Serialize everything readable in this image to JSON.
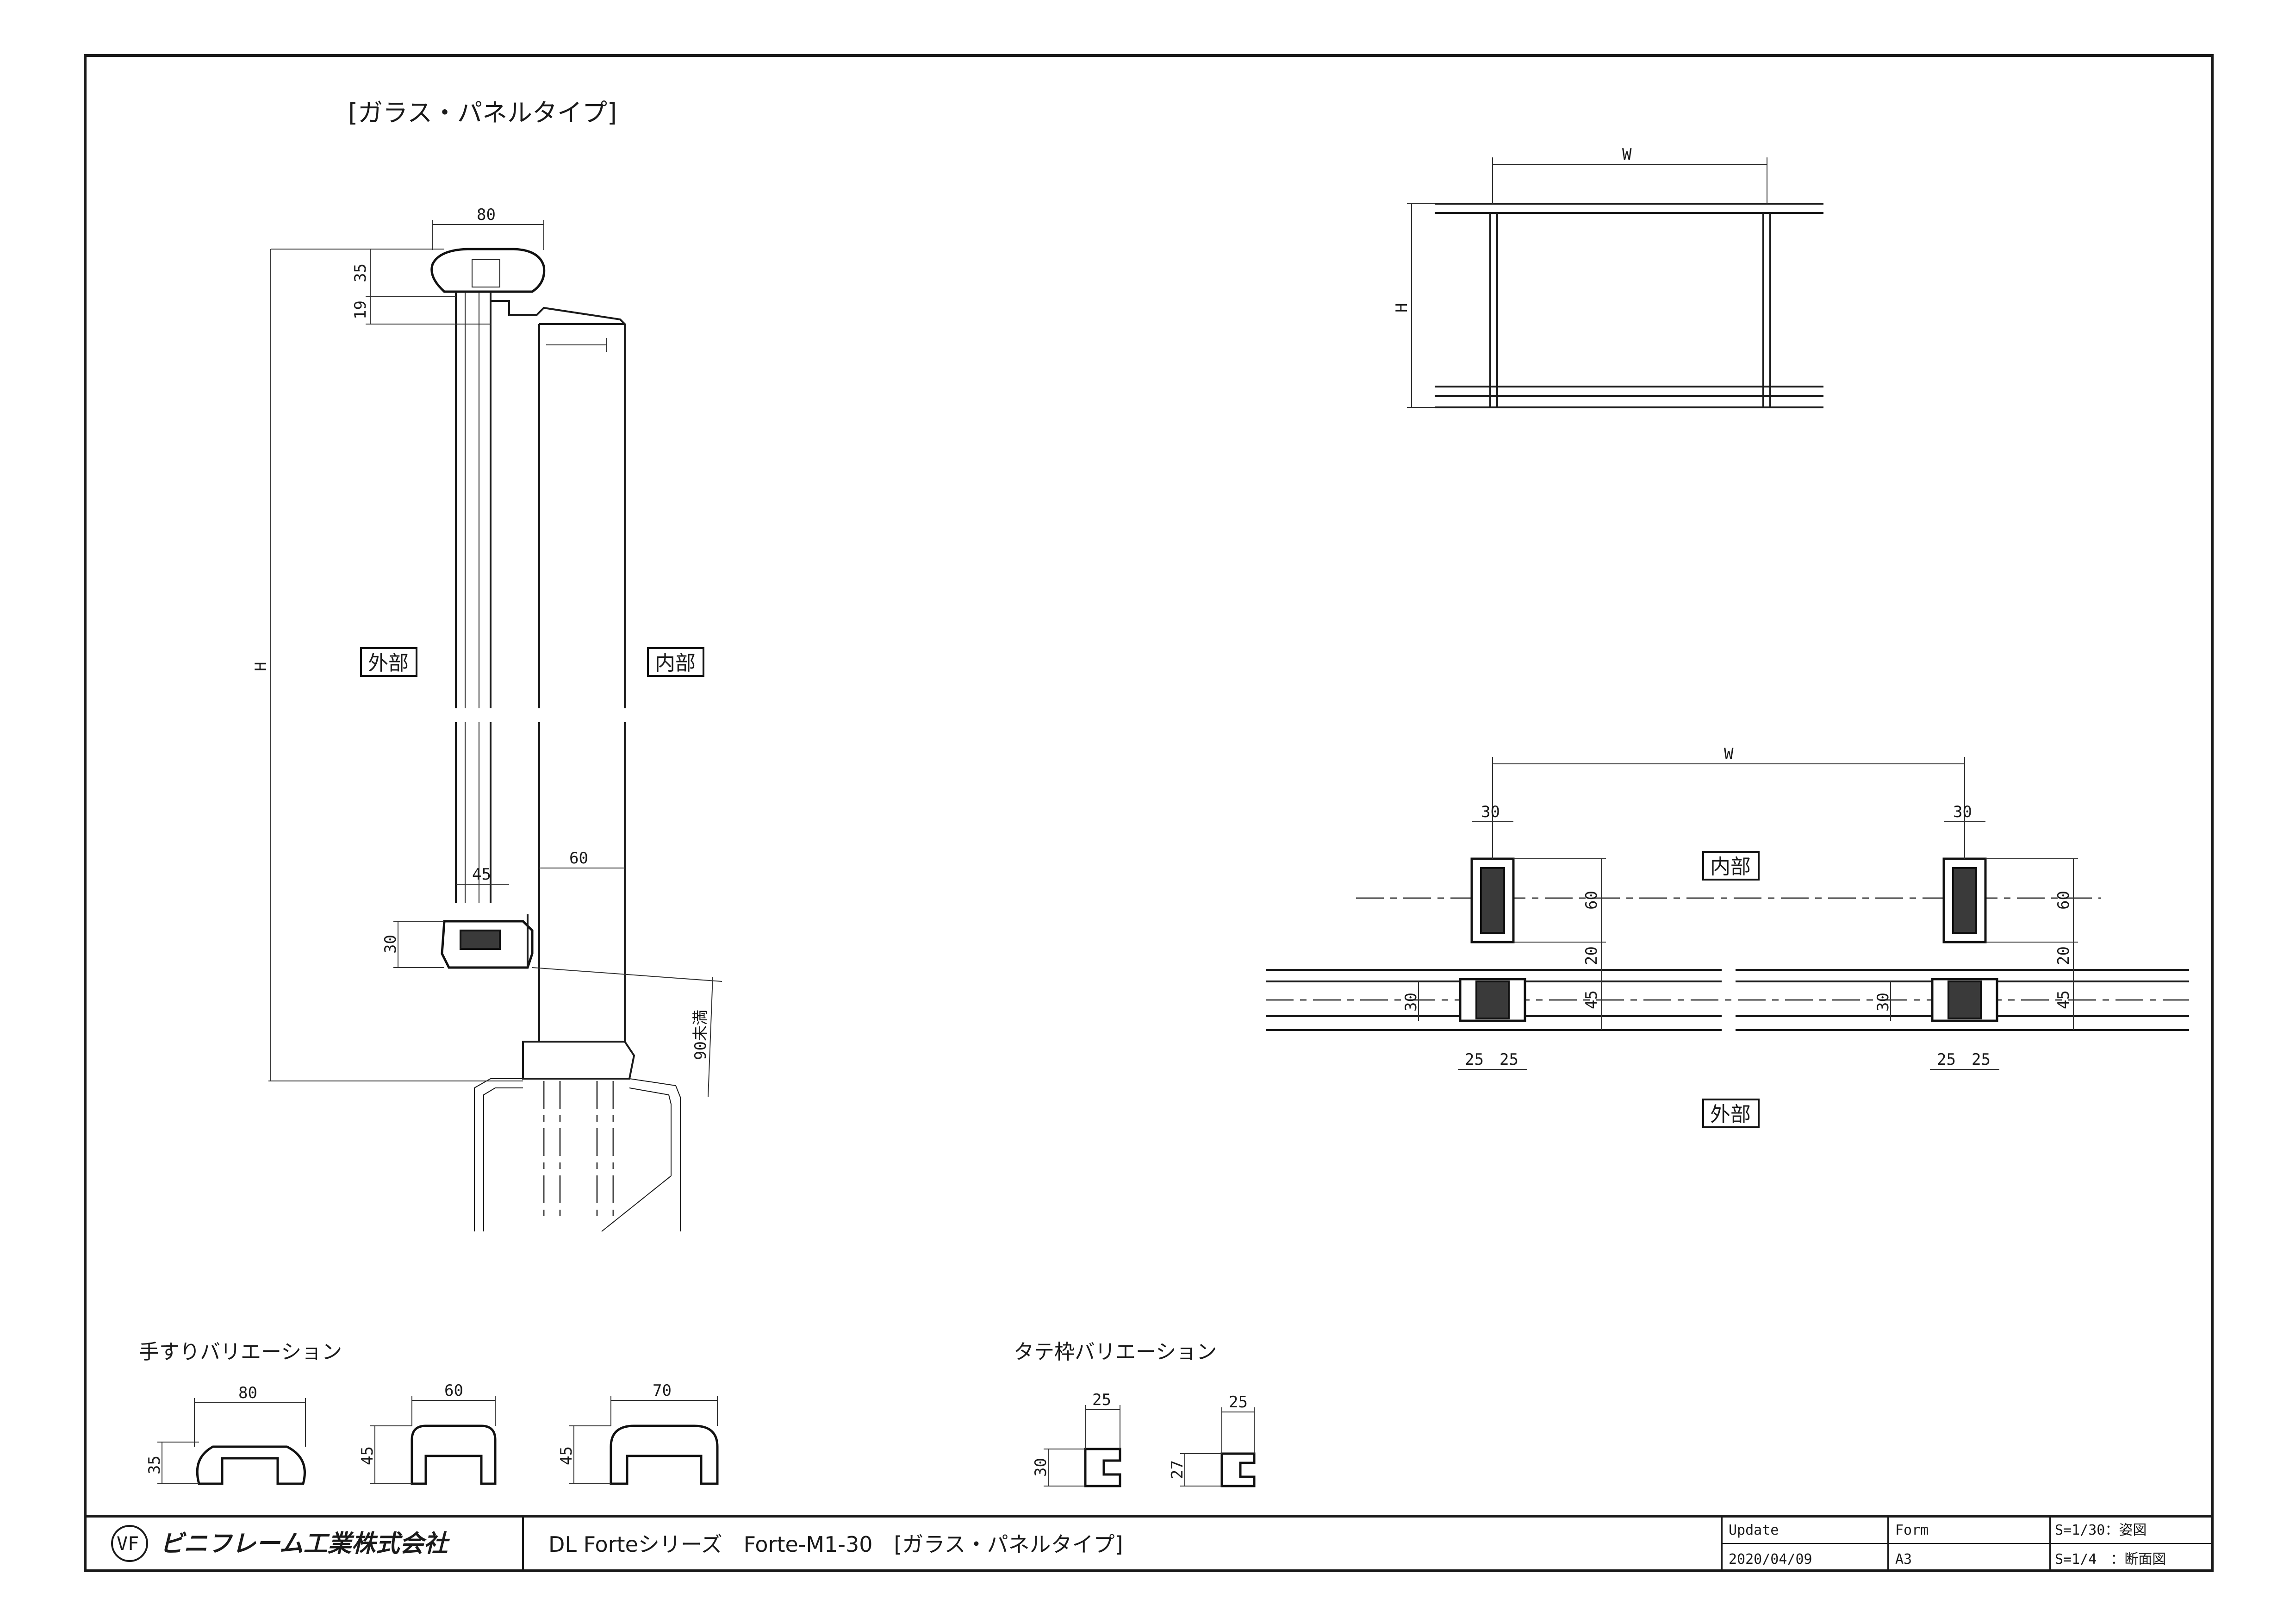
{
  "drawing": {
    "section_title": "[ガラス・パネルタイプ]",
    "labels": {
      "exterior": "外部",
      "interior": "内部"
    },
    "section_dims": {
      "width_top": "80",
      "rail_height": "35",
      "gap": "19",
      "height": "H",
      "bottom_width": "45",
      "bottom_height": "30",
      "post_width": "60",
      "max_gap": "90未満"
    },
    "elevation_dims": {
      "width": "W",
      "height": "H"
    },
    "plan_dims": {
      "width": "W",
      "post_w": "30",
      "post_depth": "60",
      "post_gap": "20",
      "frame_h": "30",
      "frame_d": "45",
      "left_offset": "25",
      "right_offset": "25"
    },
    "handrail_variations": {
      "title": "手すりバリエーション",
      "items": [
        {
          "width": "80",
          "height": "35"
        },
        {
          "width": "60",
          "height": "45"
        },
        {
          "width": "70",
          "height": "45"
        }
      ]
    },
    "frame_variations": {
      "title": "タテ枠バリエーション",
      "items": [
        {
          "width": "25",
          "height": "30"
        },
        {
          "width": "25",
          "height": "27"
        }
      ]
    }
  },
  "title_block": {
    "company": "ビニフレーム工業株式会社",
    "logo_text": "VF",
    "drawing_title": "DL Forteシリーズ　Forte-M1-30　[ガラス・パネルタイプ]",
    "update_label": "Update",
    "update_value": "2020/04/09",
    "form_label": "Form",
    "form_value": "A3",
    "scale_1": "S=1/30：姿図",
    "scale_2": "S=1/4　：断面図"
  }
}
